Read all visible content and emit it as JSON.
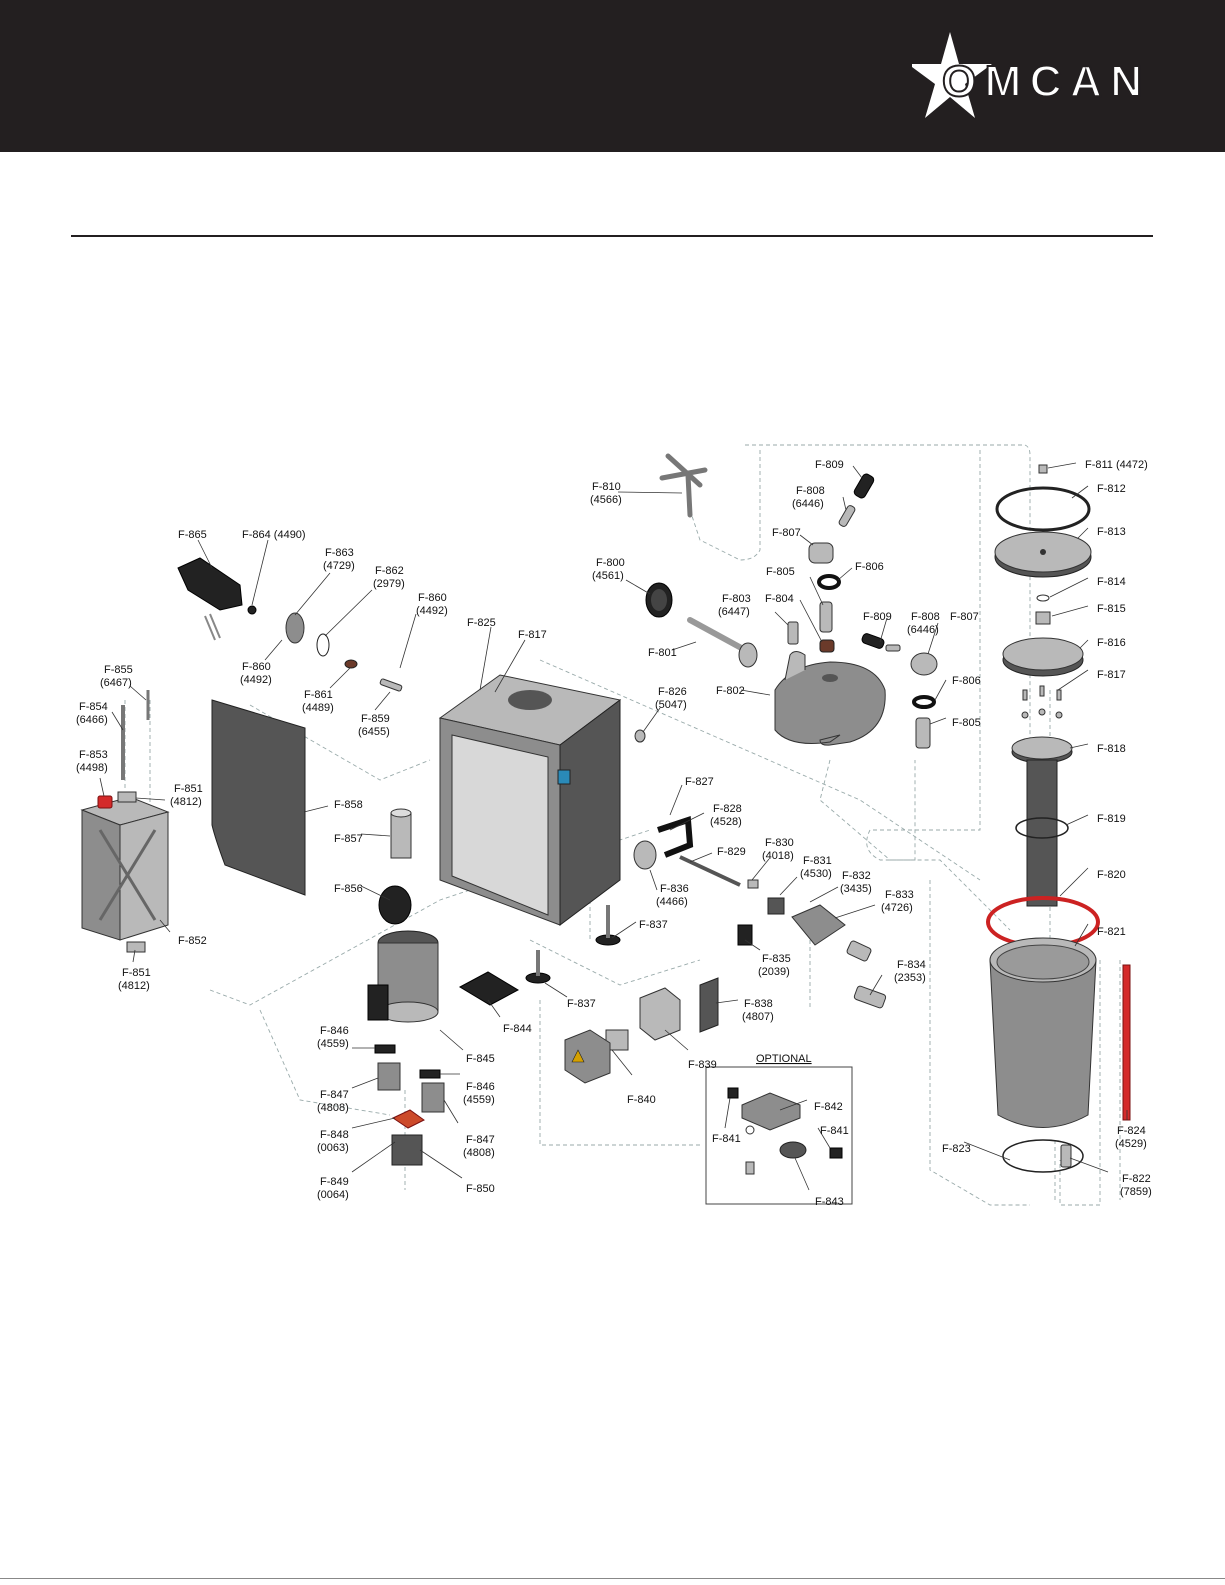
{
  "brand": {
    "name": "OMCAN",
    "header_color": "#231f20",
    "accent": "#d42a2a"
  },
  "optional_label": "OPTIONAL",
  "labels": {
    "f800": {
      "a": "F-800",
      "b": "(4561)"
    },
    "f801": {
      "a": "F-801"
    },
    "f802": {
      "a": "F-802"
    },
    "f803": {
      "a": "F-803",
      "b": "(6447)"
    },
    "f804": {
      "a": "F-804"
    },
    "f805a": {
      "a": "F-805"
    },
    "f805b": {
      "a": "F-805"
    },
    "f806a": {
      "a": "F-806"
    },
    "f806b": {
      "a": "F-806"
    },
    "f807a": {
      "a": "F-807"
    },
    "f807b": {
      "a": "F-807"
    },
    "f808a": {
      "a": "F-808",
      "b": "(6446)"
    },
    "f808b": {
      "a": "F-808",
      "b": "(6446)"
    },
    "f809a": {
      "a": "F-809"
    },
    "f809b": {
      "a": "F-809"
    },
    "f810": {
      "a": "F-810",
      "b": "(4566)"
    },
    "f811": {
      "a": "F-811 (4472)"
    },
    "f812": {
      "a": "F-812"
    },
    "f813": {
      "a": "F-813"
    },
    "f814": {
      "a": "F-814"
    },
    "f815": {
      "a": "F-815"
    },
    "f816": {
      "a": "F-816"
    },
    "f817a": {
      "a": "F-817"
    },
    "f817b": {
      "a": "F-817"
    },
    "f818": {
      "a": "F-818"
    },
    "f819": {
      "a": "F-819"
    },
    "f820": {
      "a": "F-820"
    },
    "f821": {
      "a": "F-821"
    },
    "f822": {
      "a": "F-822",
      "b": "(7859)"
    },
    "f823": {
      "a": "F-823"
    },
    "f824": {
      "a": "F-824",
      "b": "(4529)"
    },
    "f825": {
      "a": "F-825"
    },
    "f826": {
      "a": "F-826",
      "b": "(5047)"
    },
    "f827": {
      "a": "F-827"
    },
    "f828": {
      "a": "F-828",
      "b": "(4528)"
    },
    "f829": {
      "a": "F-829"
    },
    "f830": {
      "a": "F-830",
      "b": "(4018)"
    },
    "f831": {
      "a": "F-831",
      "b": "(4530)"
    },
    "f832": {
      "a": "F-832",
      "b": "(3435)"
    },
    "f833": {
      "a": "F-833",
      "b": "(4726)"
    },
    "f834": {
      "a": "F-834",
      "b": "(2353)"
    },
    "f835": {
      "a": "F-835",
      "b": "(2039)"
    },
    "f836": {
      "a": "F-836",
      "b": "(4466)"
    },
    "f837a": {
      "a": "F-837"
    },
    "f837b": {
      "a": "F-837"
    },
    "f838": {
      "a": "F-838",
      "b": "(4807)"
    },
    "f839": {
      "a": "F-839"
    },
    "f840": {
      "a": "F-840"
    },
    "f841a": {
      "a": "F-841"
    },
    "f841b": {
      "a": "F-841"
    },
    "f842": {
      "a": "F-842"
    },
    "f843": {
      "a": "F-843"
    },
    "f844": {
      "a": "F-844"
    },
    "f845": {
      "a": "F-845"
    },
    "f846a": {
      "a": "F-846",
      "b": "(4559)"
    },
    "f846b": {
      "a": "F-846",
      "b": "(4559)"
    },
    "f847a": {
      "a": "F-847",
      "b": "(4808)"
    },
    "f847b": {
      "a": "F-847",
      "b": "(4808)"
    },
    "f848": {
      "a": "F-848",
      "b": "(0063)"
    },
    "f849": {
      "a": "F-849",
      "b": "(0064)"
    },
    "f850": {
      "a": "F-850"
    },
    "f851a": {
      "a": "F-851",
      "b": "(4812)"
    },
    "f851b": {
      "a": "F-851",
      "b": "(4812)"
    },
    "f852": {
      "a": "F-852"
    },
    "f853": {
      "a": "F-853",
      "b": "(4498)"
    },
    "f854": {
      "a": "F-854",
      "b": "(6466)"
    },
    "f855": {
      "a": "F-855",
      "b": "(6467)"
    },
    "f856": {
      "a": "F-856"
    },
    "f857": {
      "a": "F-857"
    },
    "f858": {
      "a": "F-858"
    },
    "f859": {
      "a": "F-859",
      "b": "(6455)"
    },
    "f860a": {
      "a": "F-860",
      "b": "(4492)"
    },
    "f860b": {
      "a": "F-860",
      "b": "(4492)"
    },
    "f861": {
      "a": "F-861",
      "b": "(4489)"
    },
    "f862": {
      "a": "F-862",
      "b": "(2979)"
    },
    "f863": {
      "a": "F-863",
      "b": "(4729)"
    },
    "f864": {
      "a": "F-864 (4490)"
    },
    "f865": {
      "a": "F-865"
    }
  }
}
